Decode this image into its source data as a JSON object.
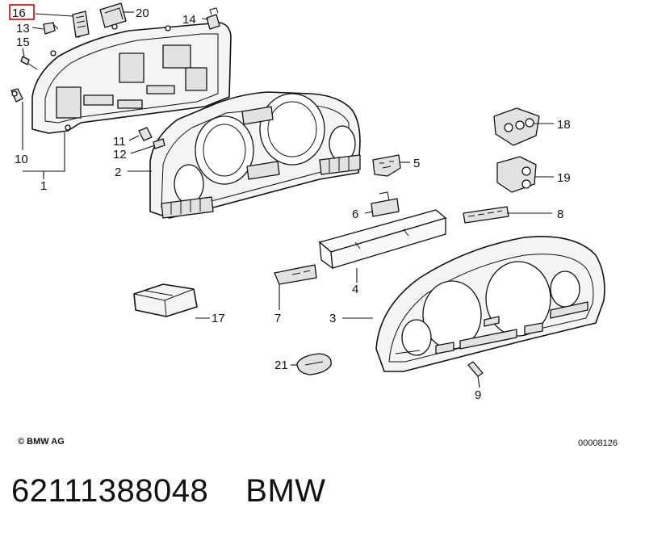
{
  "diagram": {
    "callouts": [
      {
        "id": "1",
        "label": "1"
      },
      {
        "id": "2",
        "label": "2"
      },
      {
        "id": "3",
        "label": "3"
      },
      {
        "id": "4",
        "label": "4"
      },
      {
        "id": "5",
        "label": "5"
      },
      {
        "id": "6",
        "label": "6"
      },
      {
        "id": "7",
        "label": "7"
      },
      {
        "id": "8",
        "label": "8"
      },
      {
        "id": "9",
        "label": "9"
      },
      {
        "id": "10",
        "label": "10"
      },
      {
        "id": "11",
        "label": "11"
      },
      {
        "id": "12",
        "label": "12"
      },
      {
        "id": "13",
        "label": "13"
      },
      {
        "id": "14",
        "label": "14"
      },
      {
        "id": "15",
        "label": "15"
      },
      {
        "id": "16",
        "label": "16",
        "highlighted": true
      },
      {
        "id": "17",
        "label": "17"
      },
      {
        "id": "18",
        "label": "18"
      },
      {
        "id": "19",
        "label": "19"
      },
      {
        "id": "20",
        "label": "20"
      },
      {
        "id": "21",
        "label": "21"
      }
    ],
    "highlight_color": "#cc0000"
  },
  "copyright": "© BMW AG",
  "drawing_number": "00008126",
  "part_number": "62111388048",
  "brand": "BMW"
}
